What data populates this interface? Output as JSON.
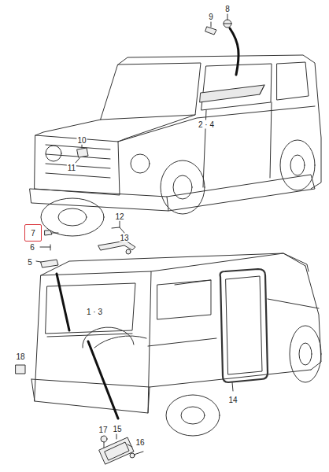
{
  "diagram": {
    "nodes": [
      {
        "text": [
          "7"
        ]
      }
    ],
    "labels": [
      "9",
      "8",
      "2 · 4",
      "10",
      "11",
      "6",
      "5",
      "12",
      "13",
      "1 · 3",
      "18",
      "14",
      "17",
      "15",
      "16"
    ]
  }
}
